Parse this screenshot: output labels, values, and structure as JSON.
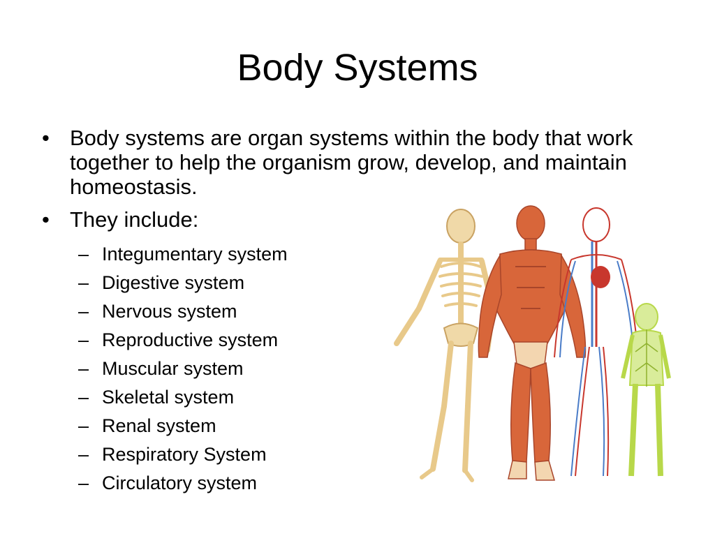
{
  "slide": {
    "title": "Body Systems",
    "bullet_glyph": "•",
    "dash_glyph": "–",
    "bullets": [
      {
        "text": "Body systems are organ systems within the body that work together to help the organism grow, develop, and maintain homeostasis."
      },
      {
        "text": "They include:"
      }
    ],
    "systems": [
      "Integumentary system",
      "Digestive system",
      "Nervous system",
      "Reproductive system",
      "Muscular system",
      "Skeletal system",
      "Renal system",
      "Respiratory System",
      "Circulatory system"
    ]
  },
  "figure": {
    "icon": "human-body-systems-illustration",
    "colors": {
      "bone": "#e8c98a",
      "muscle": "#d8663a",
      "vein": "#4a7cc8",
      "artery": "#c8372d",
      "nerve": "#b8d84a"
    }
  }
}
